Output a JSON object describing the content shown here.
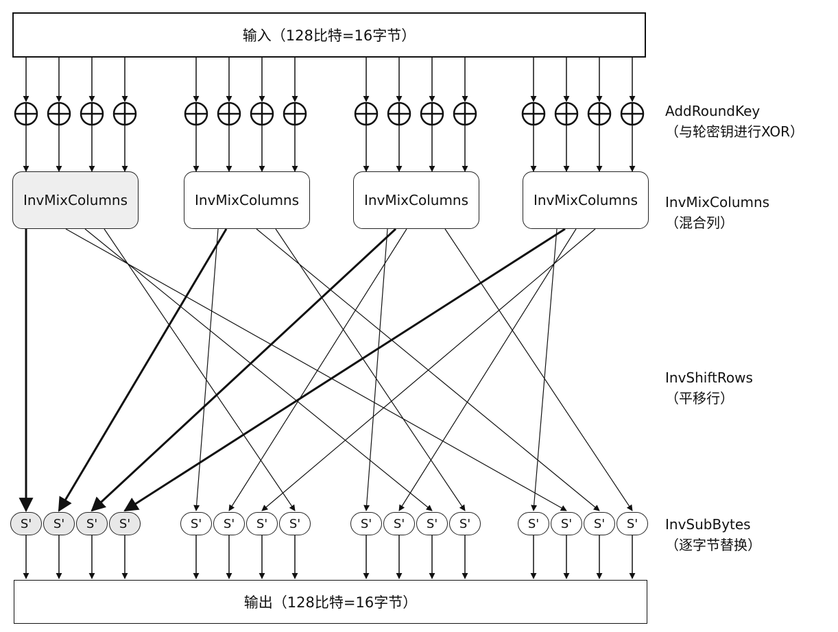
{
  "input_label": "输入（128比特=16字节）",
  "output_label": "输出（128比特=16字节）",
  "mix_label": "InvMixColumns",
  "sbox_label": "S'",
  "steps": {
    "add_round_key": {
      "name": "AddRoundKey",
      "desc": "（与轮密钥进行XOR）"
    },
    "inv_mix_columns": {
      "name": "InvMixColumns",
      "desc": "（混合列）"
    },
    "inv_shift_rows": {
      "name": "InvShiftRows",
      "desc": "（平移行）"
    },
    "inv_sub_bytes": {
      "name": "InvSubBytes",
      "desc": "（逐字节替换）"
    }
  }
}
